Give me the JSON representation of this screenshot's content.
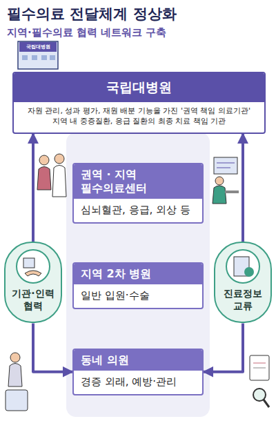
{
  "diagram": {
    "title": "필수의료 전달체계 정상화",
    "nodes": [
      {
        "text": [
          "국립대병원",
          "자원 관리, 성과 평가, 재원 배분 기능을 가진 '권역 책임 의료기관'",
          "지역 내 중증질환, 응급 질환의 최종 치료 책임 기관"
        ]
      },
      {
        "text": [
          "권역 · 지역 필수의료센터",
          "심뇌혈관, 응급, 외상 등"
        ]
      },
      {
        "text": [
          "지역 2차 병원",
          "일반 입원·수술"
        ]
      },
      {
        "text": [
          "동네 의원",
          "경증 외래, 예방·관리"
        ]
      },
      {
        "text": [
          "기관·인력 협력"
        ]
      },
      {
        "text": [
          "진료정보 교류"
        ]
      }
    ],
    "edges": [
      {
        "from": 4,
        "to": 0,
        "arrow": "to"
      },
      {
        "from": 4,
        "to": 3,
        "arrow": "to"
      },
      {
        "from": 5,
        "to": 0,
        "arrow": "to"
      },
      {
        "from": 5,
        "to": 3,
        "arrow": "to"
      }
    ],
    "labels": [
      "지역·필수의료 협력 네트워크 구축",
      "국립대병원"
    ]
  }
}
